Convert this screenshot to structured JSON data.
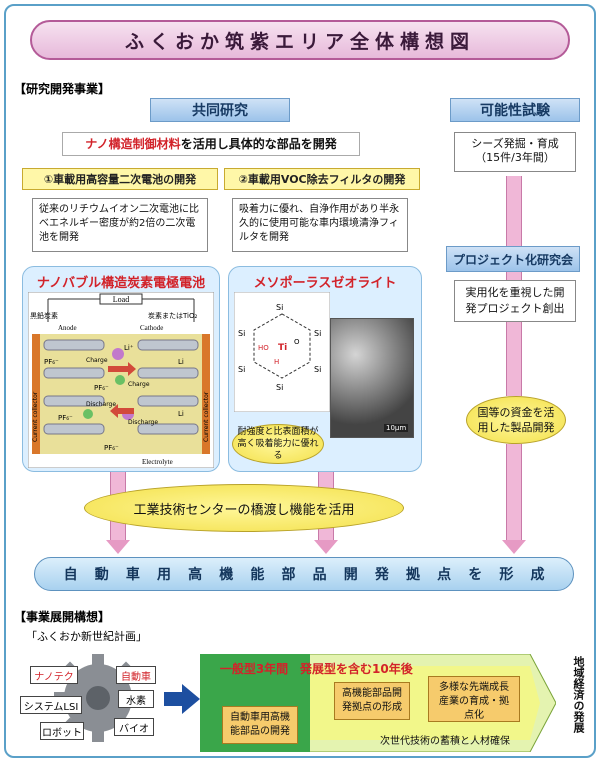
{
  "title": "ふくおか筑紫エリア全体構想図",
  "section1": "【研究開発事業】",
  "joint_research": "共同研究",
  "feasibility": "可能性試験",
  "nano_lead_red": "ナノ構造制御材料",
  "nano_lead_rest": "を活用し具体的な部品を開発",
  "theme1": "①車載用高容量二次電池の開発",
  "theme2": "②車載用VOC除去フィルタの開発",
  "theme1_desc": "従来のリチウムイオン二次電池に比べエネルギー密度が約2倍の二次電池を開発",
  "theme2_desc": "吸着力に優れ、自浄作用があり半永久的に使用可能な車内環境清浄フィルタを開発",
  "seeds": "シーズ発掘・育成\n（15件/3年間）",
  "battery_panel": {
    "title": "ナノバブル構造炭素電極電池",
    "load": "Load",
    "left_top": "黒鉛炭素",
    "right_top": "炭素またはTiO₂",
    "anode": "Anode",
    "cathode": "Cathode",
    "li1": "Li⁺",
    "li2": "Li",
    "li3": "Li",
    "charge1": "Charge",
    "charge2": "Charge",
    "pf6_1": "PF₆⁻",
    "pf6_2": "PF₆⁻",
    "pf6_3": "PF₆⁻",
    "pf6_4": "PF₆⁻",
    "discharge1": "Discharge",
    "discharge2": "Discharge",
    "cc_left": "Current collector",
    "cc_right": "Current collector",
    "electrolyte": "Electrolyte"
  },
  "zeolite_panel": {
    "title": "メソポーラスゼオライト",
    "scale": "10μm",
    "note": "耐強度と比表面積が高く吸着能力に優れる",
    "si": "Si",
    "ti": "Ti",
    "o": "O",
    "ho": "HO",
    "h": "H"
  },
  "project_study": "プロジェクト化研究会",
  "project_desc": "実用化を重視した開発プロジェクト創出",
  "funds": "国等の資金を活用した製品開発",
  "bridge": "工業技術センターの橋渡し機能を活用",
  "banner_chars": [
    "自",
    "動",
    "車",
    "用",
    "高",
    "機",
    "能",
    "部",
    "品",
    "開",
    "発",
    "拠",
    "点",
    "を",
    "形",
    "成"
  ],
  "section2": "【事業展開構想】",
  "plan": "「ふくおか新世紀計画」",
  "tags": {
    "nanotech": "ナノテク",
    "auto": "自動車",
    "lsi": "システムLSI",
    "hydrogen": "水素",
    "robot": "ロボット",
    "bio": "バイオ"
  },
  "stage1": "一般型3年間",
  "stage2": "発展型を含む10年後",
  "stage3_side": "地域経済の発展",
  "box_a": "自動車用高機能部品の開発",
  "box_b": "高機能部品開発拠点の形成",
  "box_c": "多様な先端成長産業の育成・拠点化",
  "bottom_line": "次世代技術の蓄積と人材確保",
  "colors": {
    "pink": "#e69ac4",
    "blue_head": "#9cc3ea",
    "yellow": "#fff7a8",
    "green": "#3aa64a"
  }
}
